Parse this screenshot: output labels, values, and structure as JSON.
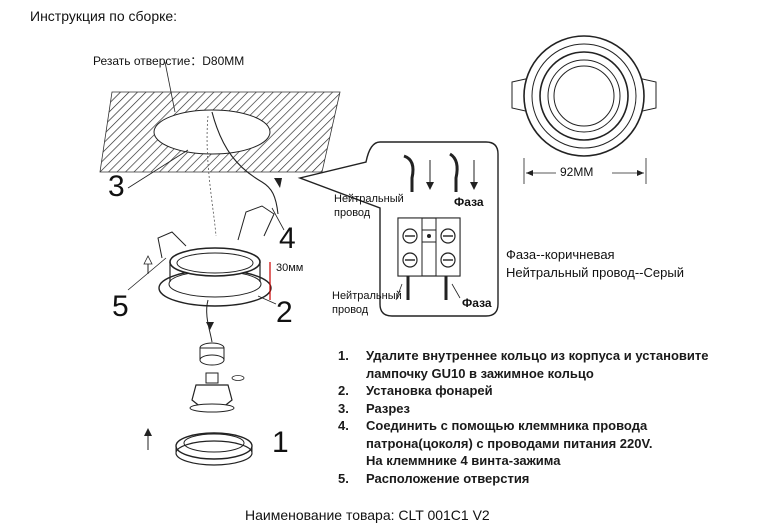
{
  "title": "Инструкция по сборке:",
  "cut_hole_label": "Резать отверстие：D80MM",
  "dimension_label": "92MM",
  "height_label": "30мм",
  "part_numbers": {
    "n1": "1",
    "n2": "2",
    "n3": "3",
    "n4": "4",
    "n5": "5"
  },
  "wiring": {
    "neutral_top": [
      "Нейтральный",
      "провод"
    ],
    "phase_top": "Фаза",
    "neutral_bottom": [
      "Нейтральный",
      "провод"
    ],
    "phase_bottom": "Фаза",
    "legend_phase": "Фаза--коричневая",
    "legend_neutral": "Нейтральный провод--Серый"
  },
  "steps": [
    {
      "no": "1.",
      "lines": [
        "Удалите внутреннее кольцо из корпуса и установите",
        "лампочку GU10 в зажимное кольцо"
      ]
    },
    {
      "no": "2.",
      "lines": [
        "Установка фонарей"
      ]
    },
    {
      "no": "3.",
      "lines": [
        "Разрез"
      ]
    },
    {
      "no": "4.",
      "lines": [
        "Соединить с помощью клеммника провода",
        "патрона(цоколя) с проводами питания 220V.",
        "На клеммнике 4 винта-зажима"
      ]
    },
    {
      "no": "5.",
      "lines": [
        "Расположение отверстия"
      ]
    }
  ],
  "product_name": "Наименование товара: CLT 001C1 V2"
}
